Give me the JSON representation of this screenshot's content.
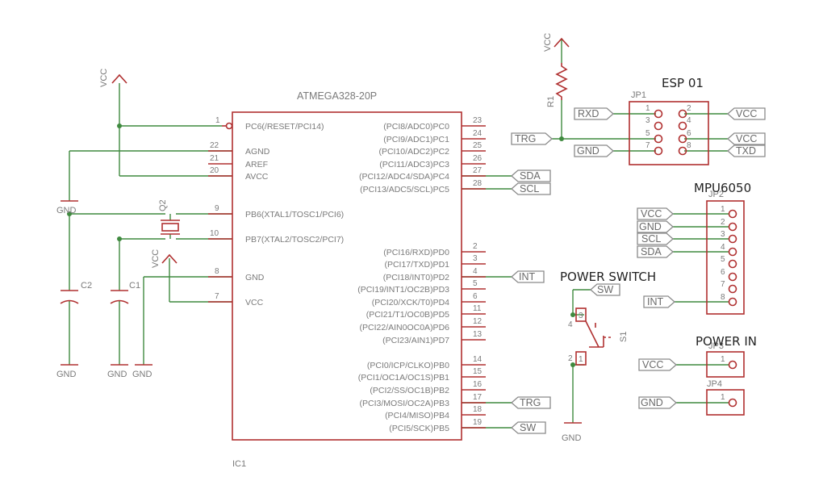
{
  "ic": {
    "name": "ATMEGA328-20P",
    "ref": "IC1",
    "left_pins": [
      {
        "num": "1",
        "label": "PC6(/RESET/PCI14)"
      },
      {
        "num": "22",
        "label": "AGND"
      },
      {
        "num": "21",
        "label": "AREF"
      },
      {
        "num": "20",
        "label": "AVCC"
      },
      {
        "num": "9",
        "label": "PB6(XTAL1/TOSC1/PCI6)"
      },
      {
        "num": "10",
        "label": "PB7(XTAL2/TOSC2/PCI7)"
      },
      {
        "num": "8",
        "label": "GND"
      },
      {
        "num": "7",
        "label": "VCC"
      }
    ],
    "right_pins": [
      {
        "num": "23",
        "label": "(PCI8/ADC0)PC0"
      },
      {
        "num": "24",
        "label": "(PCI9/ADC1)PC1"
      },
      {
        "num": "25",
        "label": "(PCI10/ADC2)PC2"
      },
      {
        "num": "26",
        "label": "(PCI11/ADC3)PC3"
      },
      {
        "num": "27",
        "label": "(PCI12/ADC4/SDA)PC4"
      },
      {
        "num": "28",
        "label": "(PCI13/ADC5/SCL)PC5"
      },
      {
        "num": "2",
        "label": "(PCI16/RXD)PD0"
      },
      {
        "num": "3",
        "label": "(PCI17/TXD)PD1"
      },
      {
        "num": "4",
        "label": "(PCI18/INT0)PD2"
      },
      {
        "num": "5",
        "label": "(PCI19/INT1/OC2B)PD3"
      },
      {
        "num": "6",
        "label": "(PCI20/XCK/T0)PD4"
      },
      {
        "num": "11",
        "label": "(PCI21/T1/OC0B)PD5"
      },
      {
        "num": "12",
        "label": "(PCI22/AIN0OC0A)PD6"
      },
      {
        "num": "13",
        "label": "(PCI23/AIN1)PD7"
      },
      {
        "num": "14",
        "label": "(PCI0/ICP/CLKO)PB0"
      },
      {
        "num": "15",
        "label": "(PCI1/OC1A/OC1S)PB1"
      },
      {
        "num": "16",
        "label": "(PCI2/SS/OC1B)PB2"
      },
      {
        "num": "17",
        "label": "(PCI3/MOSI/OC2A)PB3"
      },
      {
        "num": "18",
        "label": "(PCI4/MISO)PB4"
      },
      {
        "num": "19",
        "label": "(PCI5/SCK)PB5"
      }
    ]
  },
  "power": {
    "vcc": "VCC",
    "gnd": "GND"
  },
  "components": {
    "c1": "C1",
    "c2": "C2",
    "q2": "Q2",
    "r1": "R1",
    "s1": "S1"
  },
  "tags": {
    "sda": "SDA",
    "scl": "SCL",
    "int": "INT",
    "trg": "TRG",
    "sw": "SW",
    "rxd": "RXD",
    "vcc": "VCC",
    "gnd": "GND",
    "txd": "TXD"
  },
  "headers": {
    "jp1": "JP1",
    "jp1_pins": [
      "1",
      "2",
      "3",
      "4",
      "5",
      "6",
      "7",
      "8"
    ],
    "jp2": "JP2",
    "jp2_pins": [
      "1",
      "2",
      "3",
      "4",
      "5",
      "6",
      "7",
      "8"
    ],
    "jp3": "JP3",
    "jp4": "JP4",
    "single_pin": "1",
    "sw_pins": [
      "4",
      "3",
      "2",
      "1"
    ]
  },
  "annotations": {
    "esp": "ESP 01",
    "mpu": "MPU6050",
    "power_switch": "POWER SWITCH",
    "power_in": "POWER IN"
  }
}
